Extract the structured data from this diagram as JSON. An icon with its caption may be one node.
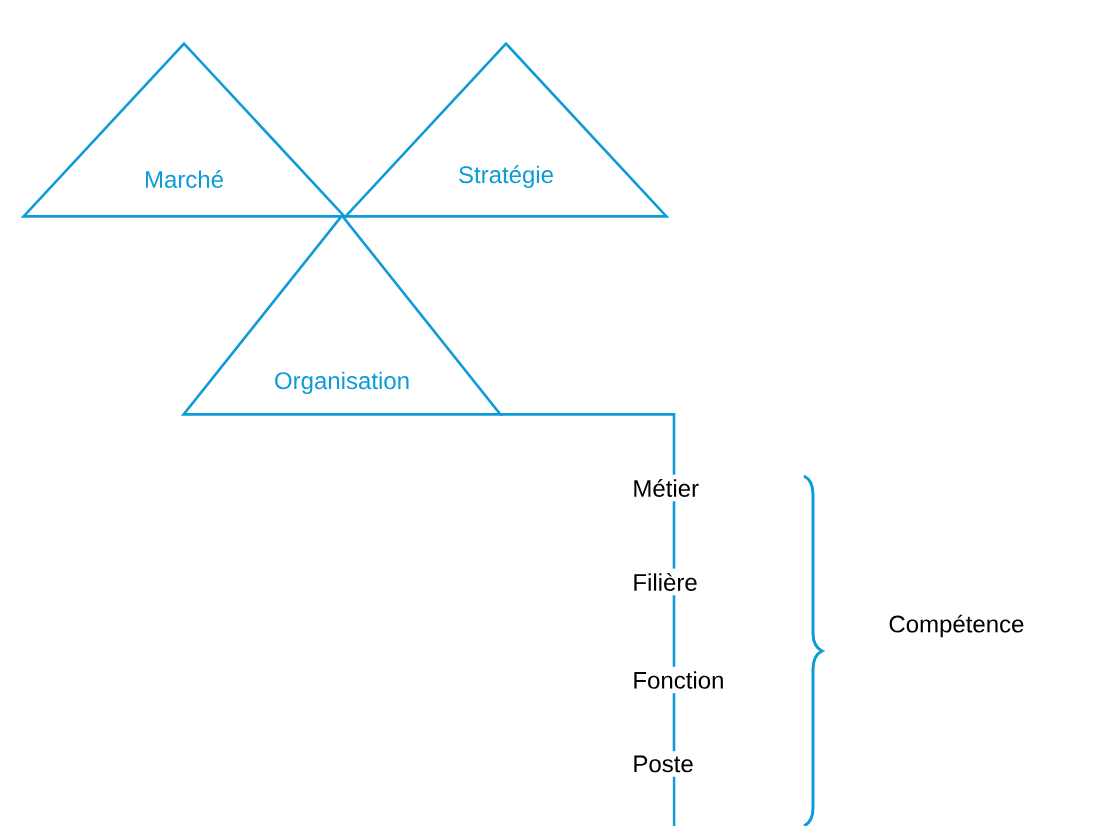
{
  "diagram": {
    "nodes": [
      {
        "text": [
          "Marché"
        ]
      },
      {
        "text": [
          "Stratégie"
        ]
      },
      {
        "text": [
          "Organisation"
        ]
      },
      {
        "text": [
          "Métier"
        ]
      },
      {
        "text": [
          "Filière"
        ]
      },
      {
        "text": [
          "Fonction"
        ]
      },
      {
        "text": [
          "Poste"
        ]
      }
    ],
    "edges": [
      {
        "from": 2,
        "to": 3,
        "arrow": "none"
      },
      {
        "from": 3,
        "to": 4,
        "arrow": "none"
      },
      {
        "from": 4,
        "to": 5,
        "arrow": "none"
      },
      {
        "from": 5,
        "to": 6,
        "arrow": "none"
      },
      {
        "from": 6,
        "to": null,
        "arrow": "none"
      }
    ],
    "labels": [
      "Compétence"
    ]
  }
}
